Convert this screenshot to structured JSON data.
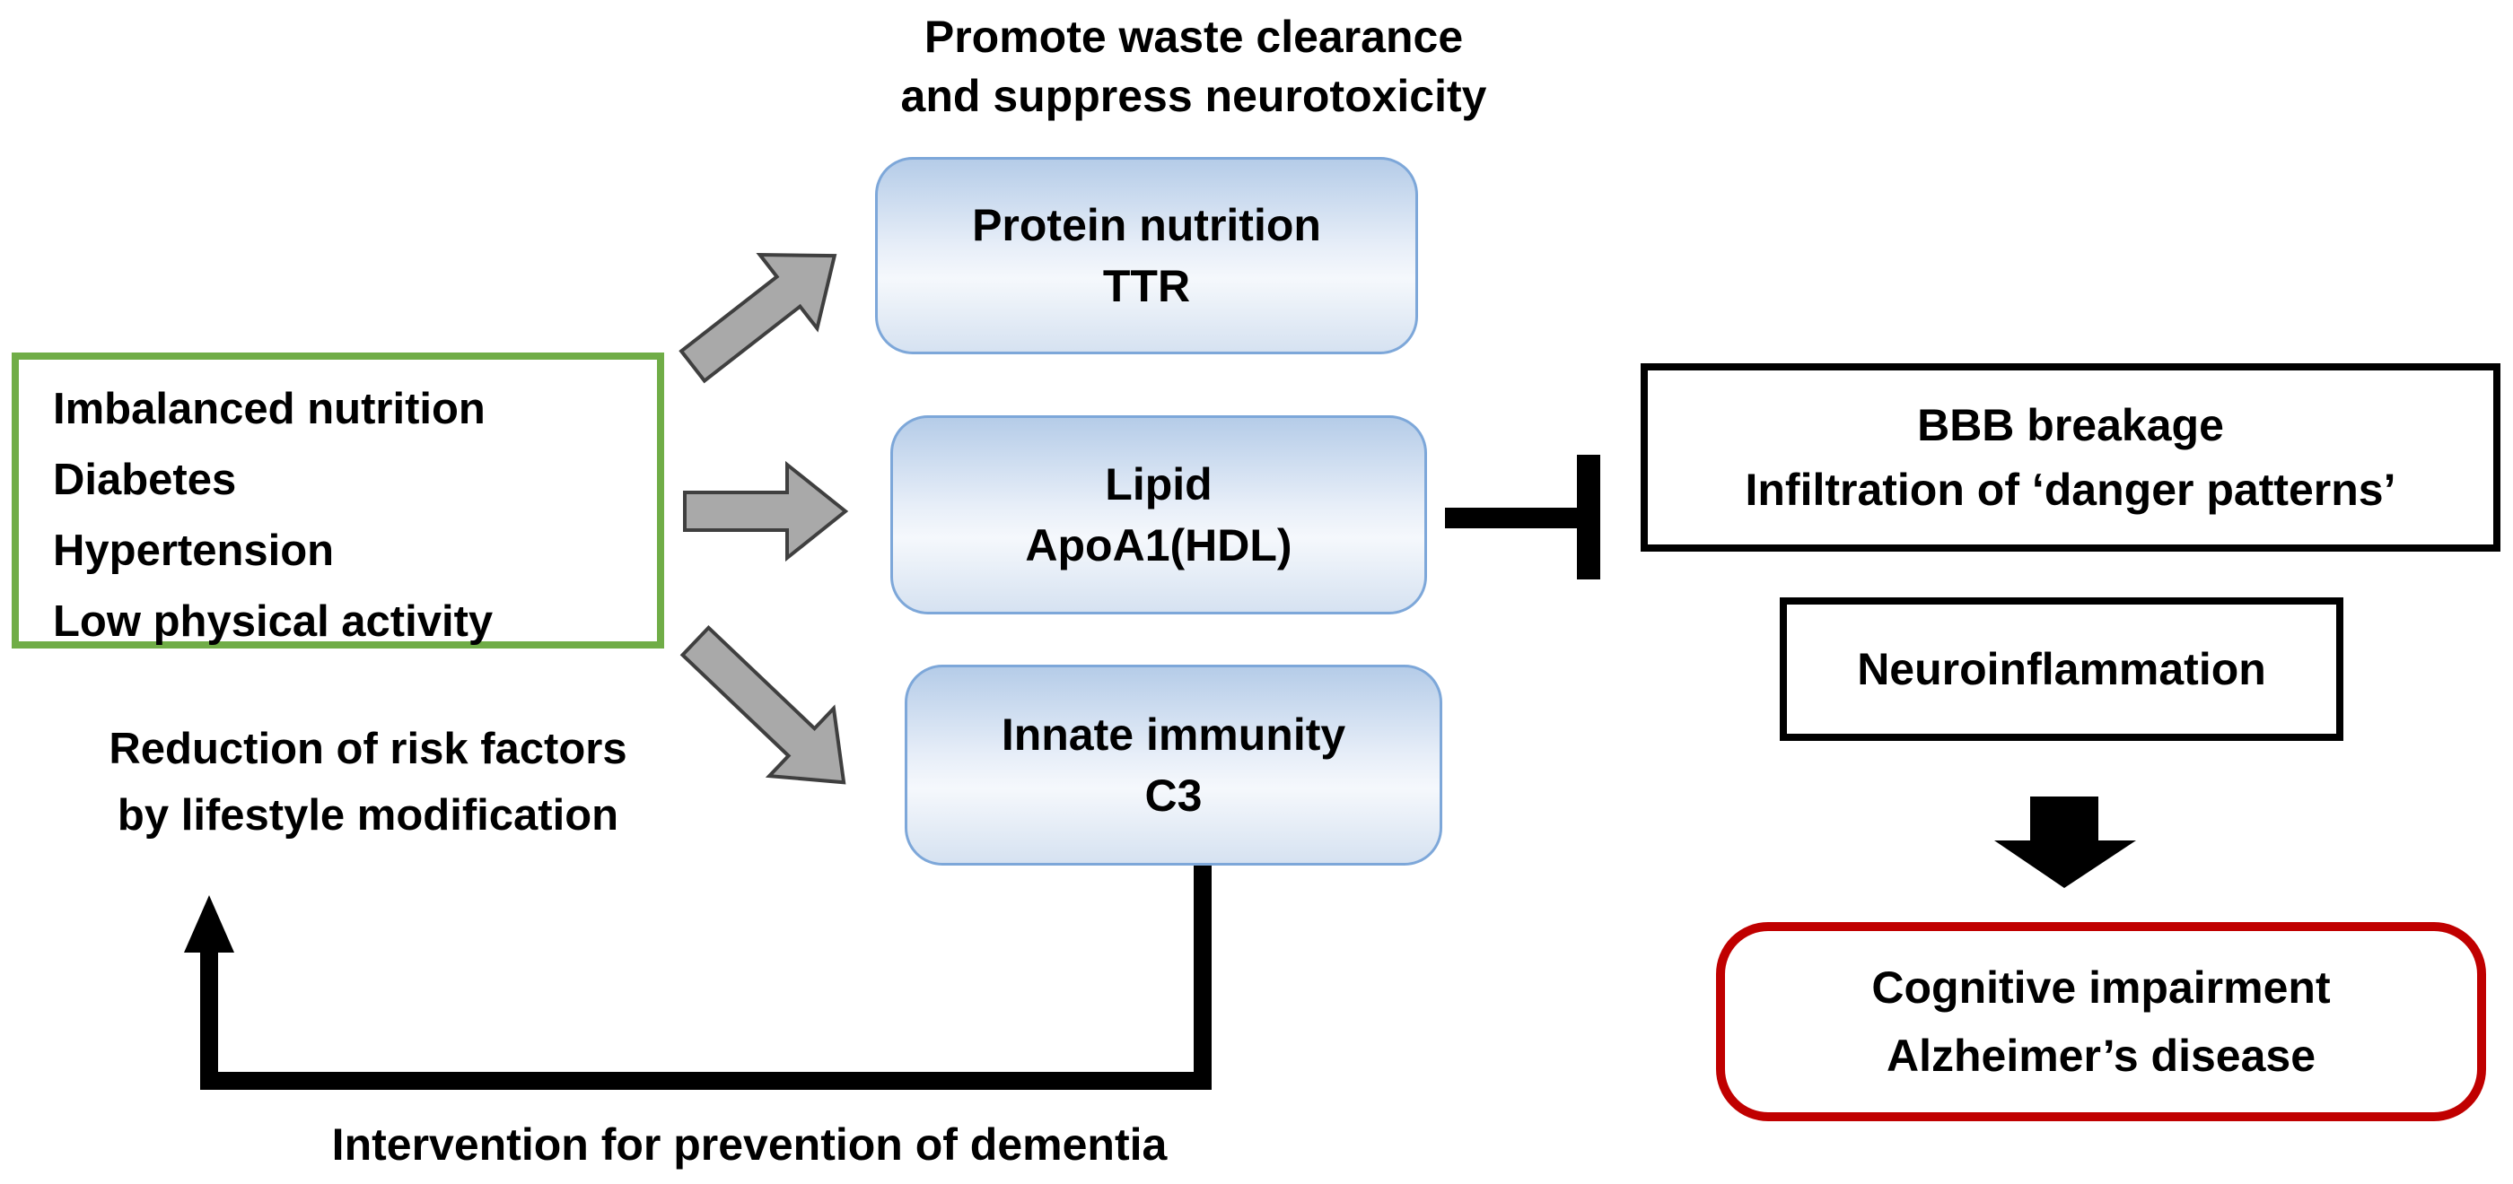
{
  "diagram": {
    "captions": {
      "promote": {
        "line1": "Promote waste clearance",
        "line2": "and suppress neurotoxicity"
      },
      "reduction": {
        "line1": "Reduction of risk factors",
        "line2": "by lifestyle modification"
      },
      "intervention": "Intervention for prevention of dementia"
    },
    "risk_factors_box": {
      "items": [
        "Imbalanced nutrition",
        "Diabetes",
        "Hypertension",
        "Low physical activity"
      ]
    },
    "mediator_boxes": [
      {
        "title": "Protein nutrition",
        "subtitle": "TTR"
      },
      {
        "title": "Lipid",
        "subtitle": "ApoA1(HDL)"
      },
      {
        "title": "Innate immunity",
        "subtitle": "C3"
      }
    ],
    "pathology": {
      "bbb": {
        "line1": "BBB breakage",
        "line2": "Infiltration of ‘danger patterns’"
      },
      "neuroinflammation": "Neuroinflammation",
      "outcome": {
        "line1": "Cognitive impairment",
        "line2": "Alzheimer’s disease"
      }
    },
    "colors": {
      "risk_box_border": "#70ad47",
      "mediator_border": "#7da7d9",
      "mediator_fill_top": "#b5cce8",
      "outcome_border": "#c00000",
      "arrow_gray_fill": "#a9a9a9",
      "arrow_gray_stroke": "#3f3f3f",
      "line_black": "#000000"
    }
  }
}
